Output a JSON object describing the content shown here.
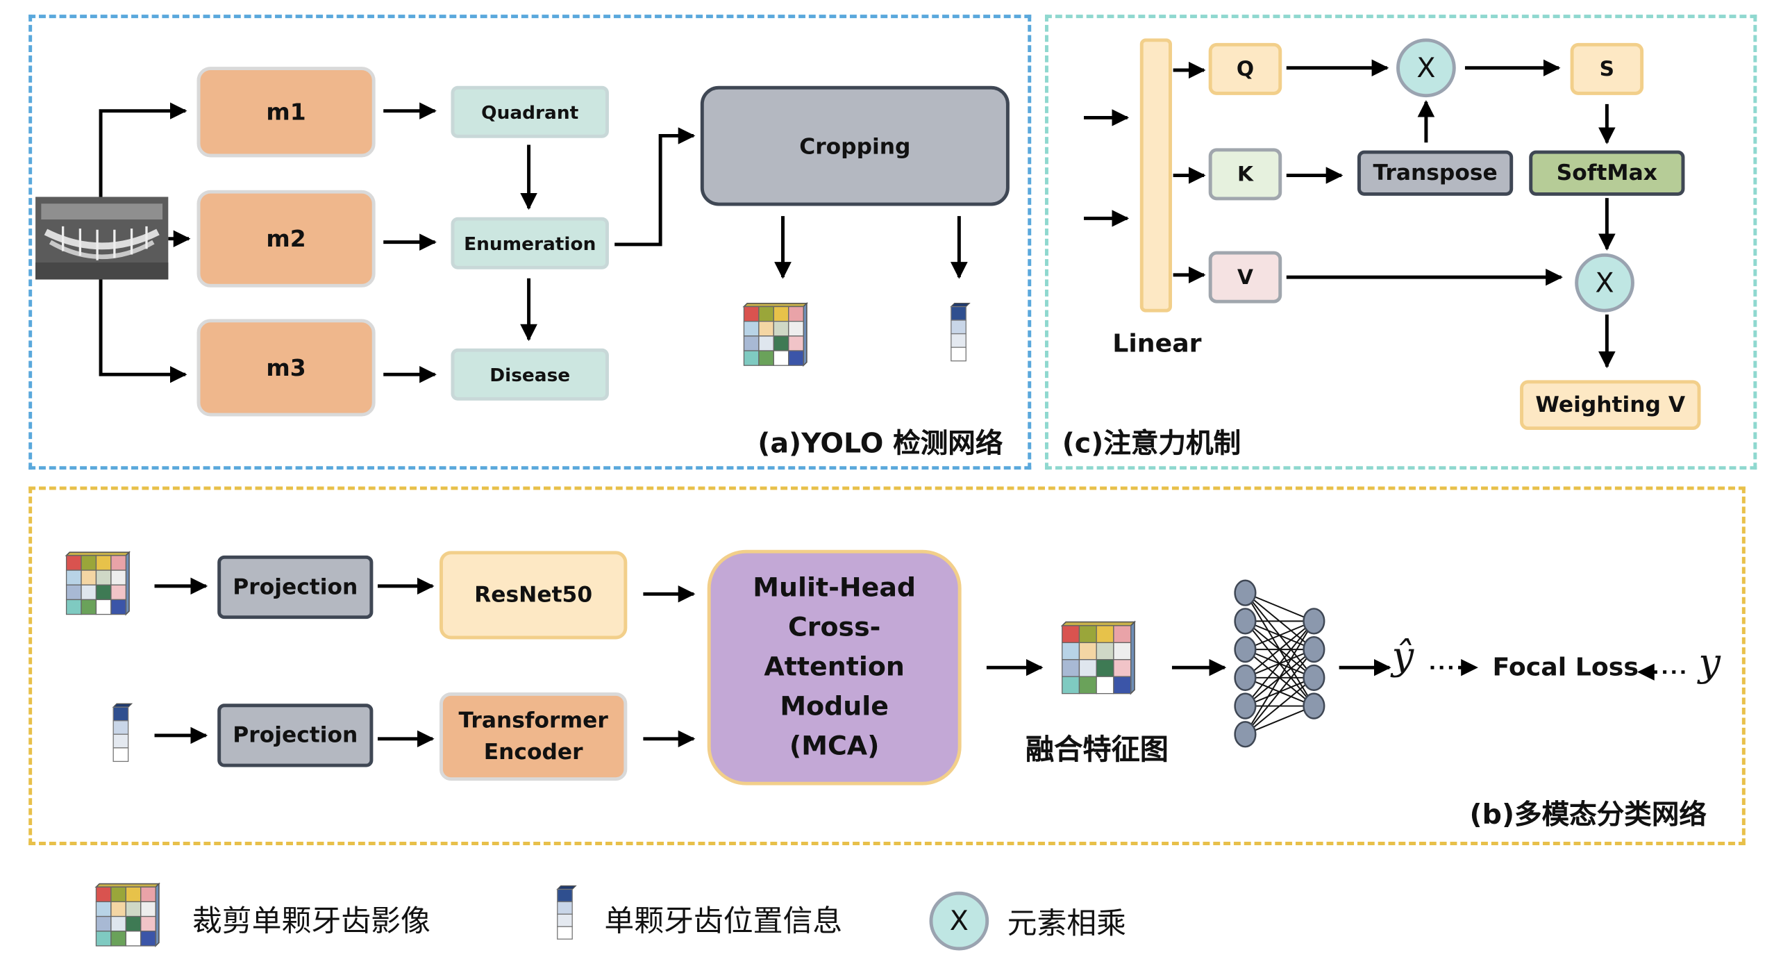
{
  "panel_a": {
    "title": "(a)YOLO 检测网络",
    "models": [
      "m1",
      "m2",
      "m3"
    ],
    "heads": [
      "Quadrant",
      "Enumeration",
      "Disease"
    ],
    "cropping": "Cropping"
  },
  "panel_c": {
    "title": "(c)注意力机制",
    "linear": "Linear",
    "q": "Q",
    "k": "K",
    "v": "V",
    "s": "S",
    "mult_symbol": "X",
    "transpose": "Transpose",
    "softmax": "SoftMax",
    "weighting": "Weighting V"
  },
  "panel_b": {
    "title": "(b)多模态分类网络",
    "projection": "Projection",
    "resnet": "ResNet50",
    "transformer_line1": "Transformer",
    "transformer_line2": "Encoder",
    "mca_lines": [
      "Mulit-Head",
      "Cross-",
      "Attention",
      "Module",
      "(MCA)"
    ],
    "fusion": "融合特征图",
    "y_hat": "ŷ",
    "focal_loss": "Focal Loss",
    "y": "y"
  },
  "legend": {
    "cropped": "裁剪单颗牙齿影像",
    "position": "单颗牙齿位置信息",
    "mult_symbol": "X",
    "mult": "元素相乘"
  },
  "colors": {
    "panel_a_border": "#5aa8dc",
    "panel_c_border": "#8fd8cf",
    "panel_b_border": "#e8c04a",
    "model_fill": "#efb78c",
    "head_fill": "#cce6e0",
    "crop_fill": "#b4b8c1",
    "qsv_fill": "#fde8c4",
    "k_fill": "#e6f1de",
    "v_fill": "#f5e2e2",
    "softmax_fill": "#b6cc97",
    "mca_fill": "#c3a8d6",
    "xray": "#5b5b5b"
  }
}
